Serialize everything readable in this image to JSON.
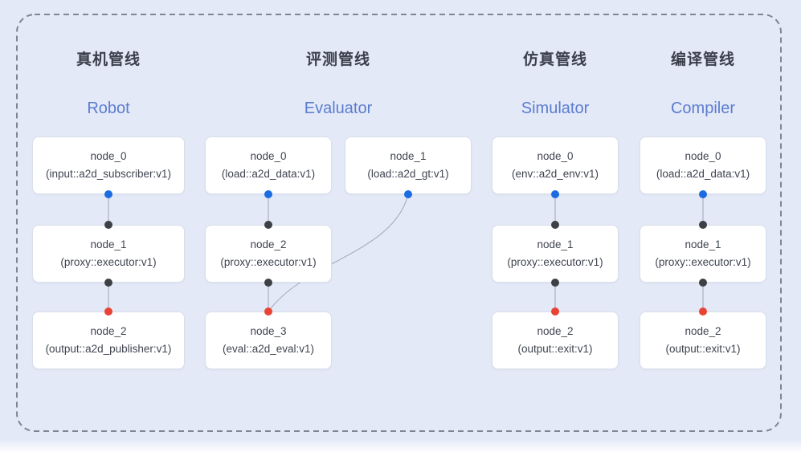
{
  "diagram": {
    "kind": "pipeline-node-graph",
    "colors": {
      "background": "#e3e9f7",
      "dashed_border": "#7f8691",
      "box_fill": "#ffffff",
      "box_border": "#d9dee8",
      "wire": "#a9b2c2",
      "accent_blue_title": "#5b7cd0",
      "port_blue": "#1c6ce1",
      "port_black": "#3d4045",
      "port_red": "#e84334"
    },
    "pipelines": [
      {
        "title_cn": "真机管线",
        "title_en": "Robot",
        "nodes": [
          {
            "name": "node_0",
            "impl": "(input::a2d_subscriber:v1)"
          },
          {
            "name": "node_1",
            "impl": "(proxy::executor:v1)"
          },
          {
            "name": "node_2",
            "impl": "(output::a2d_publisher:v1)"
          }
        ]
      },
      {
        "title_cn": "评测管线",
        "title_en": "Evaluator",
        "nodes": [
          {
            "name": "node_0",
            "impl": "(load::a2d_data:v1)"
          },
          {
            "name": "node_1",
            "impl": "(load::a2d_gt:v1)"
          },
          {
            "name": "node_2",
            "impl": "(proxy::executor:v1)"
          },
          {
            "name": "node_3",
            "impl": "(eval::a2d_eval:v1)"
          }
        ]
      },
      {
        "title_cn": "仿真管线",
        "title_en": "Simulator",
        "nodes": [
          {
            "name": "node_0",
            "impl": "(env::a2d_env:v1)"
          },
          {
            "name": "node_1",
            "impl": "(proxy::executor:v1)"
          },
          {
            "name": "node_2",
            "impl": "(output::exit:v1)"
          }
        ]
      },
      {
        "title_cn": "编译管线",
        "title_en": "Compiler",
        "nodes": [
          {
            "name": "node_0",
            "impl": "(load::a2d_data:v1)"
          },
          {
            "name": "node_1",
            "impl": "(proxy::executor:v1)"
          },
          {
            "name": "node_2",
            "impl": "(output::exit:v1)"
          }
        ]
      }
    ]
  }
}
